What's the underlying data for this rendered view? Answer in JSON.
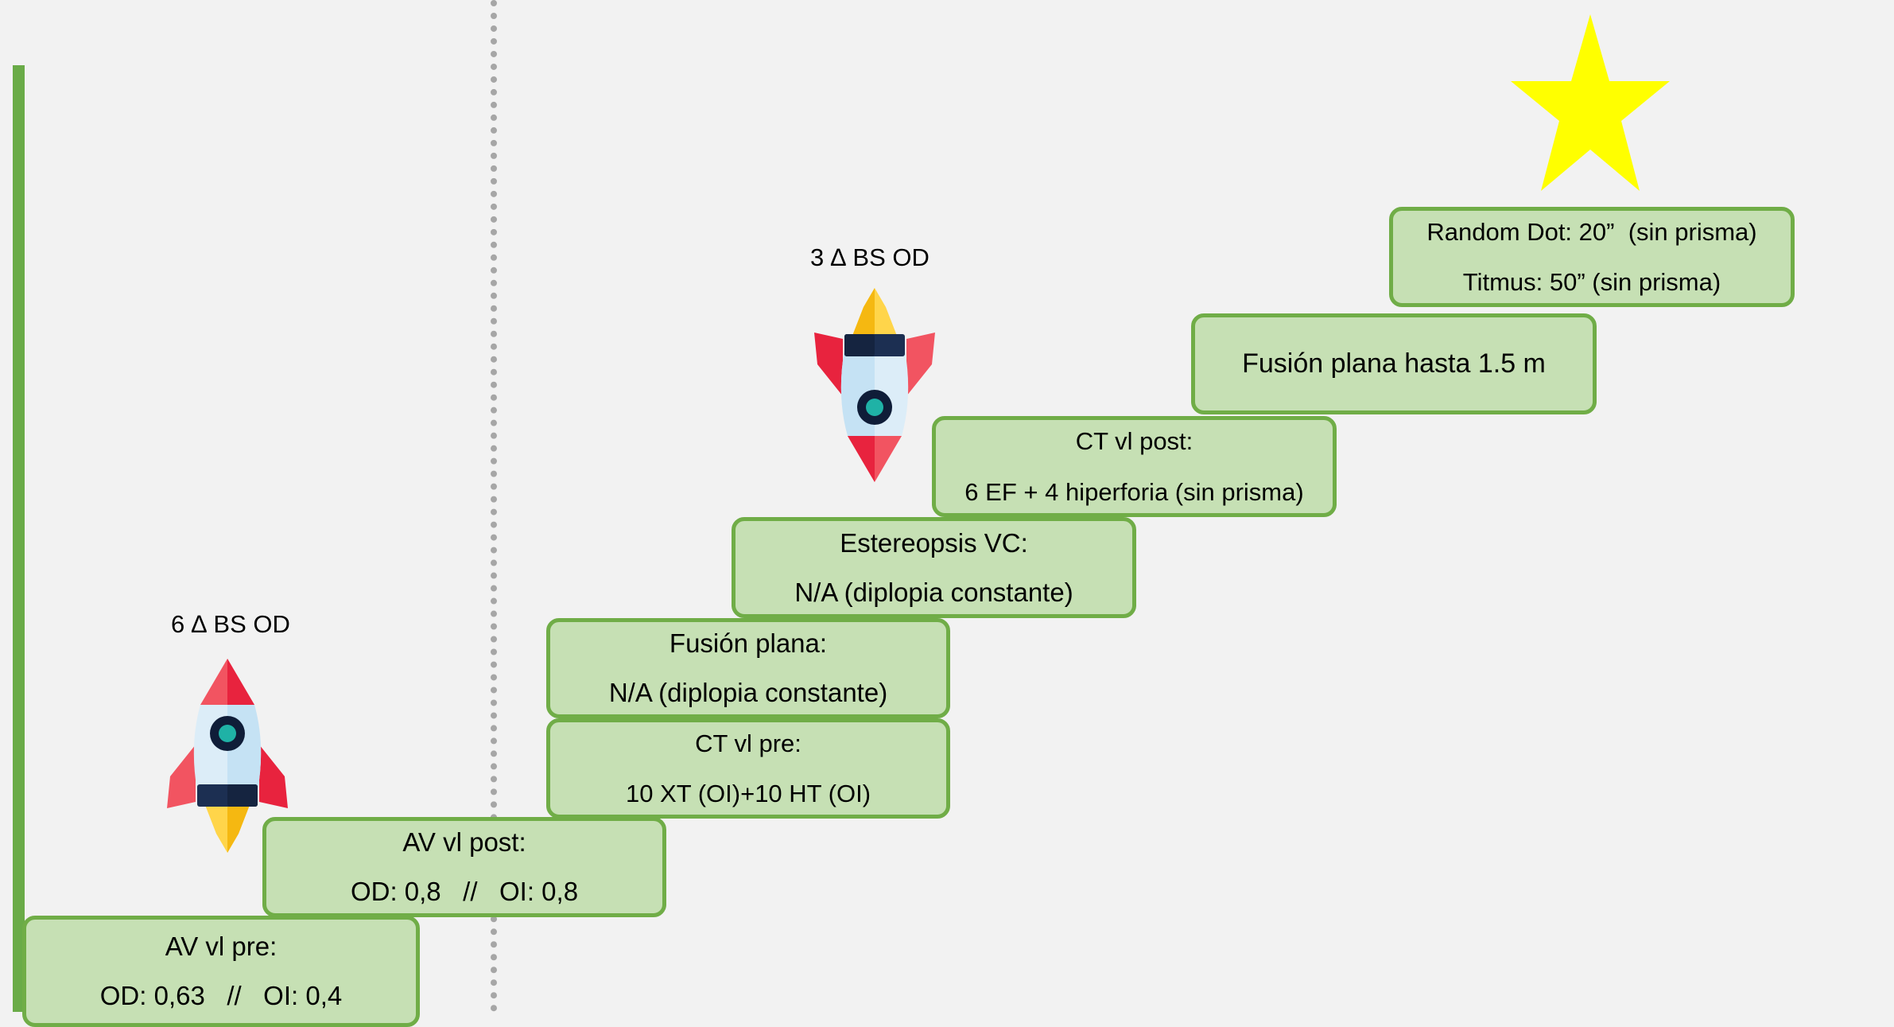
{
  "colors": {
    "background": "#f2f2f2",
    "step_fill": "#c6e0b4",
    "step_border": "#70ad47",
    "axis_line": "#6aab48",
    "divider": "#a6a6a6",
    "star": "#ffff00"
  },
  "steps": [
    {
      "line1": "AV vl pre:",
      "line2": "OD: 0,63   //   OI: 0,4"
    },
    {
      "line1": "AV vl post:",
      "line2": "OD: 0,8   //   OI: 0,8"
    },
    {
      "line1": "CT vl pre:",
      "line2": "10 XT (OI)+10 HT (OI)"
    },
    {
      "line1": "Fusión plana:",
      "line2": "N/A (diplopia constante)"
    },
    {
      "line1": "Estereopsis VC:",
      "line2": "N/A (diplopia constante)"
    },
    {
      "line1": "CT vl post:",
      "line2": "6 EF + 4 hiperforia (sin prisma)"
    },
    {
      "line1": "Fusión plana hasta 1.5 m"
    },
    {
      "line1": "Random Dot: 20”  (sin prisma)",
      "line2": "Titmus: 50” (sin prisma)"
    }
  ],
  "prism_labels": {
    "first": "6 ∆ BS OD",
    "second": "3 ∆ BS OD"
  },
  "icons": {
    "rocket": "rocket-icon",
    "star": "star-icon"
  }
}
